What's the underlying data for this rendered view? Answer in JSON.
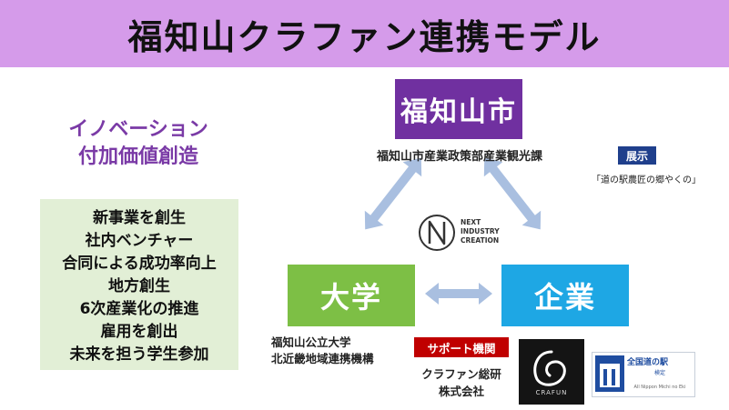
{
  "title": "福知山クラファン連携モデル",
  "innovation": {
    "line1": "イノベーション",
    "line2": "付加価値創造"
  },
  "benefits": [
    "新事業を創生",
    "社内ベンチャー",
    "合同による成功率向上",
    "地方創生",
    "6次産業化の推進",
    "雇用を創出",
    "未来を担う学生参加"
  ],
  "nodes": {
    "city": "福知山市",
    "university": "大学",
    "company": "企業"
  },
  "city_department": "福知山市産業政策部産業観光課",
  "university_names": [
    "福知山公立大学",
    "北近畿地域連携機構"
  ],
  "support": {
    "badge": "サポート機関",
    "org_line1": "クラファン総研",
    "org_line2": "株式会社"
  },
  "exhibit": {
    "badge": "展示",
    "note": "「道の駅農匠の郷やくの」"
  },
  "center_logo": {
    "line1": "NEXT",
    "line2": "INDUSTRY",
    "line3": "CREATION"
  },
  "crafun_logo": {
    "text": "CRAFUN"
  },
  "michinoeki_logo": {
    "title": "全国道の駅",
    "sub": "検定",
    "en": "All Nippon Michi no Eki"
  },
  "colors": {
    "title_band": "#d59bea",
    "city": "#7030a0",
    "university": "#7dbf45",
    "company": "#1ea7e4",
    "arrows": "#a9bfe0",
    "support_badge": "#c00000",
    "exhibit_badge": "#1f3f8c",
    "innovation_text": "#7a3aa6"
  }
}
